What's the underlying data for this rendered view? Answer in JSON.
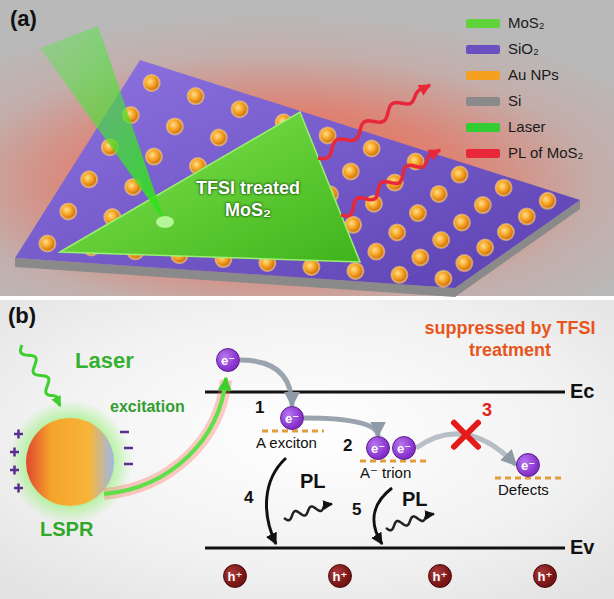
{
  "diagram": {
    "nodes": [
      {
        "text": [
          "TFSI treated MoS₂"
        ]
      },
      {
        "text": [
          "e⁻"
        ]
      },
      {
        "text": [
          "e⁻"
        ]
      },
      {
        "text": [
          "e⁻"
        ]
      },
      {
        "text": [
          "e⁻"
        ]
      },
      {
        "text": [
          "e⁻"
        ]
      },
      {
        "text": [
          "h⁺"
        ]
      },
      {
        "text": [
          "h⁺"
        ]
      },
      {
        "text": [
          "h⁺"
        ]
      },
      {
        "text": [
          "h⁺"
        ]
      }
    ],
    "edges": [
      {
        "from": 1,
        "to": 2,
        "arrow": "to"
      },
      {
        "from": 2,
        "to": 3,
        "arrow": "to"
      },
      {
        "from": 4,
        "to": 5,
        "arrow": "to"
      }
    ],
    "labels": [
      "(a)",
      "(b)",
      "Laser",
      "LSPR",
      "excitation",
      "suppressed by TFSI treatment",
      "3",
      "Ec",
      "1",
      "A exciton",
      "2",
      "A⁻ trion",
      "Defects",
      "4",
      "PL",
      "5",
      "PL",
      "Ev"
    ],
    "legend": [
      {
        "text": "MoS₂",
        "color": "#5fd43a"
      },
      {
        "text": "SiO₂",
        "color": "#6a4fc0"
      },
      {
        "text": "Au NPs",
        "color": "#f5a020"
      },
      {
        "text": "Si",
        "color": "#8a8a8a"
      },
      {
        "text": "Laser",
        "color": "#33cc33"
      },
      {
        "text": "PL of MoS₂",
        "color": "#e8283a"
      }
    ]
  }
}
